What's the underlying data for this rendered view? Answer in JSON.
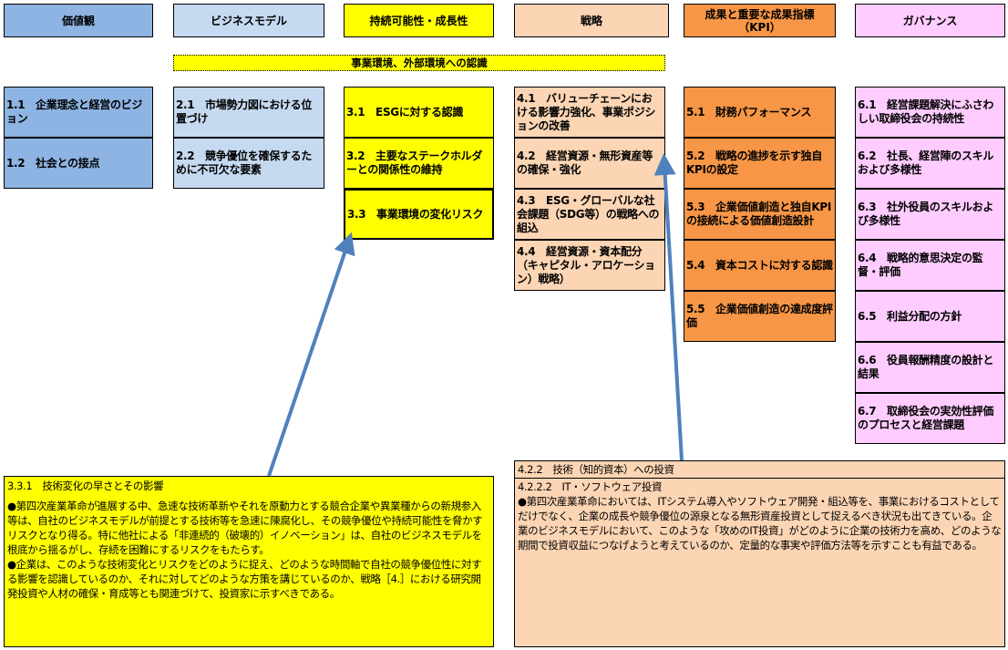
{
  "headers": [
    "価値観",
    "ビジネスモデル",
    "持続可能性・成長性",
    "戦略",
    "成果と重要な成果指標（KPI）",
    "ガバナンス"
  ],
  "banner": "事業環境、外部環境への認識",
  "col1": [
    "1.1　企業理念と経営のビジョン",
    "1.2　社会との接点"
  ],
  "col2": [
    "2.1　市場勢力図における位置づけ",
    "2.2　競争優位を確保するために不可欠な要素"
  ],
  "col3": [
    "3.1　ESGに対する認識",
    "3.2　主要なステークホルダーとの関係性の維持",
    "3.3　事業環境の変化リスク"
  ],
  "col4": [
    "4.1　バリューチェーンにおける影響力強化、事業ポジションの改善",
    "4.2　経営資源・無形資産等の確保・強化",
    "4.3　ESG・グローバルな社会課題（SDG等）の戦略への組込",
    "4.4　経営資源・資本配分（キャピタル・アロケーション）戦略）"
  ],
  "col5": [
    "5.1　財務パフォーマンス",
    "5.2　戦略の進捗を示す独自KPIの設定",
    "5.3　企業価値創造と独自KPIの接続による価値創造設計",
    "5.4　資本コストに対する認識",
    "5.5　企業価値創造の達成度評価"
  ],
  "col6": [
    "6.1　経営課題解決にふさわしい取締役会の持続性",
    "6.2　社長、経営陣のスキルおよび多様性",
    "6.3　社外役員のスキルおよび多様性",
    "6.4　戦略的意思決定の監督・評価",
    "6.5　利益分配の方針",
    "6.6　役員報酬精度の設計と結果",
    "6.7　取締役会の実効性評価のプロセスと経営課題"
  ],
  "left_detail": {
    "title": "3.3.1　技術変化の早さとその影響",
    "p1": "●第四次産業革命が進展する中、急速な技術革新やそれを原動力とする競合企業や異業種からの新規参入等は、自社のビジネスモデルが前提とする技術等を急速に陳腐化し、その競争優位や持続可能性を脅かすリスクとなり得る。特に他社による「非連続的（破壊的）イノベーション」は、自社のビジネスモデルを根底から揺るがし、存続を困難にするリスクをもたらす。",
    "p2": "●企業は、このような技術変化とリスクをどのように捉え、どのような時間軸で自社の競争優位性に対する影響を認識しているのか、それに対してどのような方策を講じているのか、戦略［4.］における研究開発投資や人材の確保・育成等とも関連づけて、投資家に示すべきである。"
  },
  "right_detail": {
    "title": "4.2.2　技術（知的資本）への投資",
    "subtitle": "4.2.2.2　IT・ソフトウェア投資",
    "p1": "●第四次産業革命においては、ITシステム導入やソフトウェア開発・組込等を、事業におけるコストとしてだけでなく、企業の成長や競争優位の源泉となる無形資産投資として捉えるべき状況も出てきている。企業のビジネスモデルにおいて、このような「攻めのIT投資」がどのように企業の技術力を高め、どのような期間で投資収益につなげようと考えているのか、定量的な事実や評価方法等を示すことも有益である。"
  },
  "colors": {
    "arrow": "#4f81bd"
  }
}
